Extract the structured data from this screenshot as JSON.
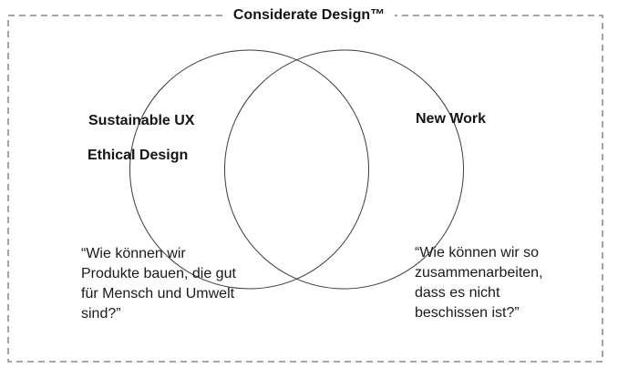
{
  "title": "Considerate Design™",
  "diagram": {
    "type": "venn",
    "left_circle": {
      "labels": [
        "Sustainable UX",
        "Ethical Design"
      ],
      "quote": "“Wie können wir\nProdukte bauen, die gut\nfür Mensch und Umwelt\nsind?”"
    },
    "right_circle": {
      "labels": [
        "New Work"
      ],
      "quote": "“Wie können wir so\nzusammenarbeiten,\ndass es nicht\nbeschissen ist?”"
    }
  },
  "colors": {
    "background": "#ffffff",
    "text": "#141414",
    "circle_stroke": "#3c3c3c",
    "dashed_border": "#9a9a9a"
  }
}
